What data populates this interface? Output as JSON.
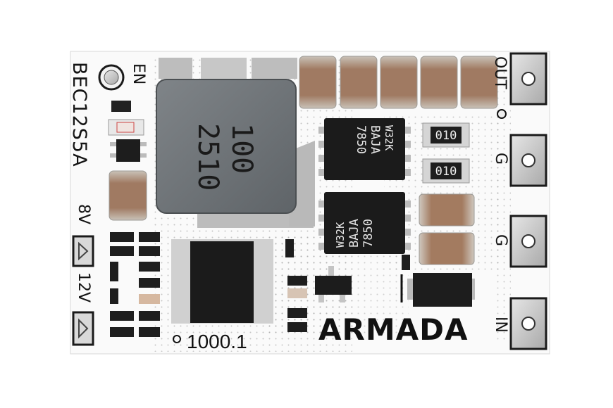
{
  "board": {
    "model": "BEC12S5A",
    "version": "1000.1",
    "brand": "ARMADA",
    "labels": {
      "enable": "EN",
      "out": "OUT",
      "ground_1": "G",
      "ground_2": "G",
      "input": "IN",
      "jumper_8v": "8V",
      "jumper_12v": "12V"
    },
    "inductor_code": {
      "line1": "100",
      "line2": "2510"
    },
    "mosfet_top": {
      "line1": "7850",
      "line2": "BAJA",
      "line3": "W32K"
    },
    "mosfet_bottom": {
      "line1": "7850",
      "line2": "BAJA",
      "line3": "W32K"
    },
    "resistor_1": "010",
    "resistor_2": "010"
  },
  "colors": {
    "pcb": "#fafafa",
    "silkscreen": "#141414",
    "chip": "#1b1b1b",
    "inductor": "#6f7478",
    "capacitor": "#b08a70",
    "pad": "#c9c9c9"
  }
}
